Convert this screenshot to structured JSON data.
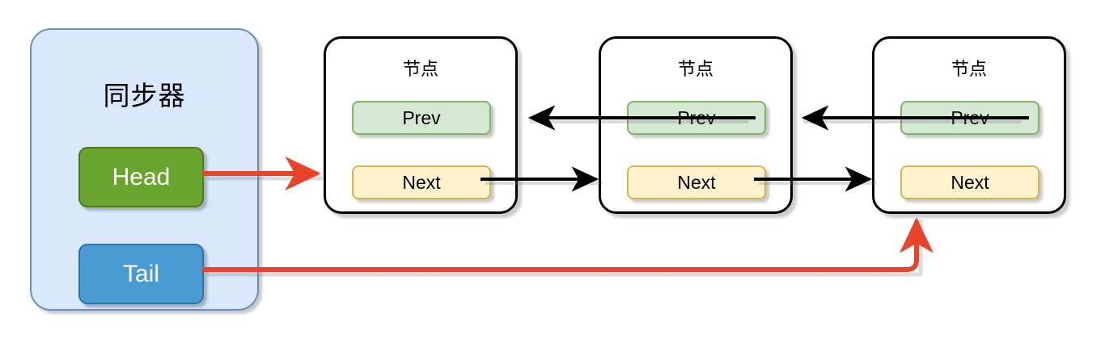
{
  "diagram": {
    "type": "doubly-linked-list",
    "title_visible": false
  },
  "synchronizer": {
    "label": "同步器",
    "fill_color": "#DAE8FC",
    "border_color": "#6C8EBF",
    "pointers": [
      {
        "label": "Head",
        "fill_color": "#6AA62F",
        "text_color": "#FFFFFF"
      },
      {
        "label": "Tail",
        "fill_color": "#4A9AD4",
        "text_color": "#FFFFFF"
      }
    ]
  },
  "nodes": [
    {
      "title": "节点",
      "fields": [
        {
          "label": "Prev",
          "fill_color": "#D5E8D4",
          "border_color": "#82B366"
        },
        {
          "label": "Next",
          "fill_color": "#FFF2CC",
          "border_color": "#D6B656"
        }
      ]
    },
    {
      "title": "节点",
      "fields": [
        {
          "label": "Prev",
          "fill_color": "#D5E8D4",
          "border_color": "#82B366"
        },
        {
          "label": "Next",
          "fill_color": "#FFF2CC",
          "border_color": "#D6B656"
        }
      ]
    },
    {
      "title": "节点",
      "fields": [
        {
          "label": "Prev",
          "fill_color": "#D5E8D4",
          "border_color": "#82B366"
        },
        {
          "label": "Next",
          "fill_color": "#FFF2CC",
          "border_color": "#D6B656"
        }
      ]
    }
  ],
  "connectors": {
    "pointer_color": "#E8432B",
    "link_color": "#000000",
    "items": [
      {
        "name": "head-to-node1",
        "from": "Head",
        "to": "节点 1",
        "color": "#E8432B"
      },
      {
        "name": "tail-to-node3",
        "from": "Tail",
        "to": "节点 3",
        "color": "#E8432B"
      },
      {
        "name": "node1-next",
        "from": "节点 1 Next",
        "to": "节点 2",
        "color": "#000000"
      },
      {
        "name": "node2-next",
        "from": "节点 2 Next",
        "to": "节点 3",
        "color": "#000000"
      },
      {
        "name": "node2-prev",
        "from": "节点 2 Prev",
        "to": "节点 1",
        "color": "#000000"
      },
      {
        "name": "node3-prev",
        "from": "节点 3 Prev",
        "to": "节点 2",
        "color": "#000000"
      }
    ]
  }
}
